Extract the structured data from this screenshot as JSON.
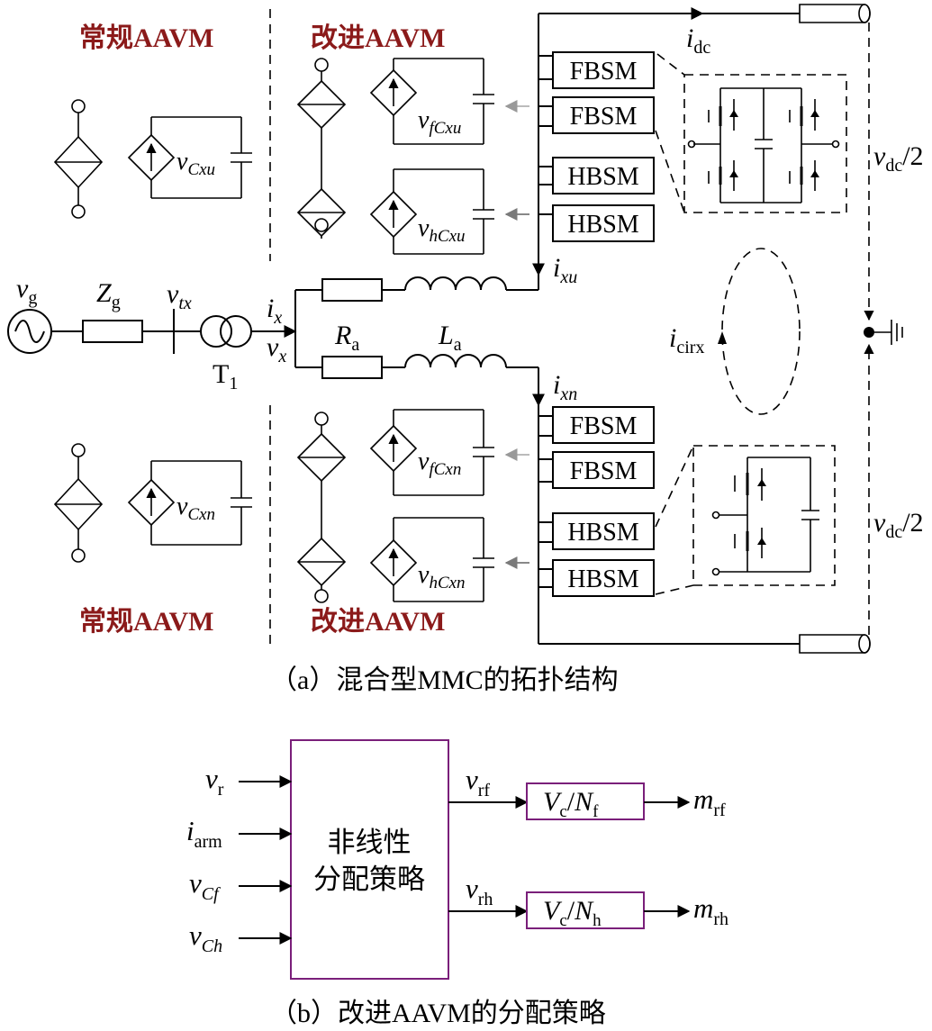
{
  "title_a": "（a）混合型MMC的拓扑结构",
  "title_b": "（b）改进AAVM的分配策略",
  "labels": {
    "conventional_top": "常规AAVM",
    "improved_top": "改进AAVM",
    "conventional_bottom": "常规AAVM",
    "improved_bottom": "改进AAVM"
  },
  "submodules": {
    "upper": [
      "FBSM",
      "FBSM",
      "HBSM",
      "HBSM"
    ],
    "lower": [
      "FBSM",
      "FBSM",
      "HBSM",
      "HBSM"
    ]
  },
  "symbols": {
    "vg": [
      "v",
      "g"
    ],
    "Zg": [
      "Z",
      "g"
    ],
    "vtx": [
      "v",
      "tx"
    ],
    "ix": [
      "i",
      "x"
    ],
    "vx": [
      "v",
      "x"
    ],
    "T1": [
      "T",
      "1"
    ],
    "Ra": [
      "R",
      "a"
    ],
    "La": [
      "L",
      "a"
    ],
    "ixu": [
      "i",
      "xu"
    ],
    "ixn": [
      "i",
      "xn"
    ],
    "icirx": [
      "i",
      "cirx"
    ],
    "idc": [
      "i",
      "dc"
    ],
    "vdc_top": [
      "v",
      "dc",
      "/2"
    ],
    "vdc_bottom": [
      "v",
      "dc",
      "/2"
    ],
    "vCxu": [
      "v",
      "Cxu"
    ],
    "vCxn": [
      "v",
      "Cxn"
    ],
    "vfCxu": [
      "v",
      "fCxu"
    ],
    "vhCxu": [
      "v",
      "hCxu"
    ],
    "vfCxn": [
      "v",
      "fCxn"
    ],
    "vhCxn": [
      "v",
      "hCxn"
    ]
  },
  "strategy": {
    "block_line1": "非线性",
    "block_line2": "分配策略",
    "inputs": [
      {
        "main": "v",
        "sub": "r"
      },
      {
        "main": "i",
        "sub": "arm"
      },
      {
        "main": "v",
        "sub": "Cf"
      },
      {
        "main": "v",
        "sub": "Ch"
      }
    ],
    "out_f": {
      "main": "v",
      "sub": "rf"
    },
    "out_h": {
      "main": "v",
      "sub": "rh"
    },
    "gain_f": {
      "num": "V",
      "num_sub": "c",
      "slash": "/",
      "den": "N",
      "den_sub": "f"
    },
    "gain_h": {
      "num": "V",
      "num_sub": "c",
      "slash": "/",
      "den": "N",
      "den_sub": "h"
    },
    "m_f": {
      "main": "m",
      "sub": "rf"
    },
    "m_h": {
      "main": "m",
      "sub": "rh"
    }
  },
  "colors": {
    "label_red": "#8b1a1a",
    "block_purple": "#7a1f7a",
    "gray_arrow": "#999999"
  }
}
